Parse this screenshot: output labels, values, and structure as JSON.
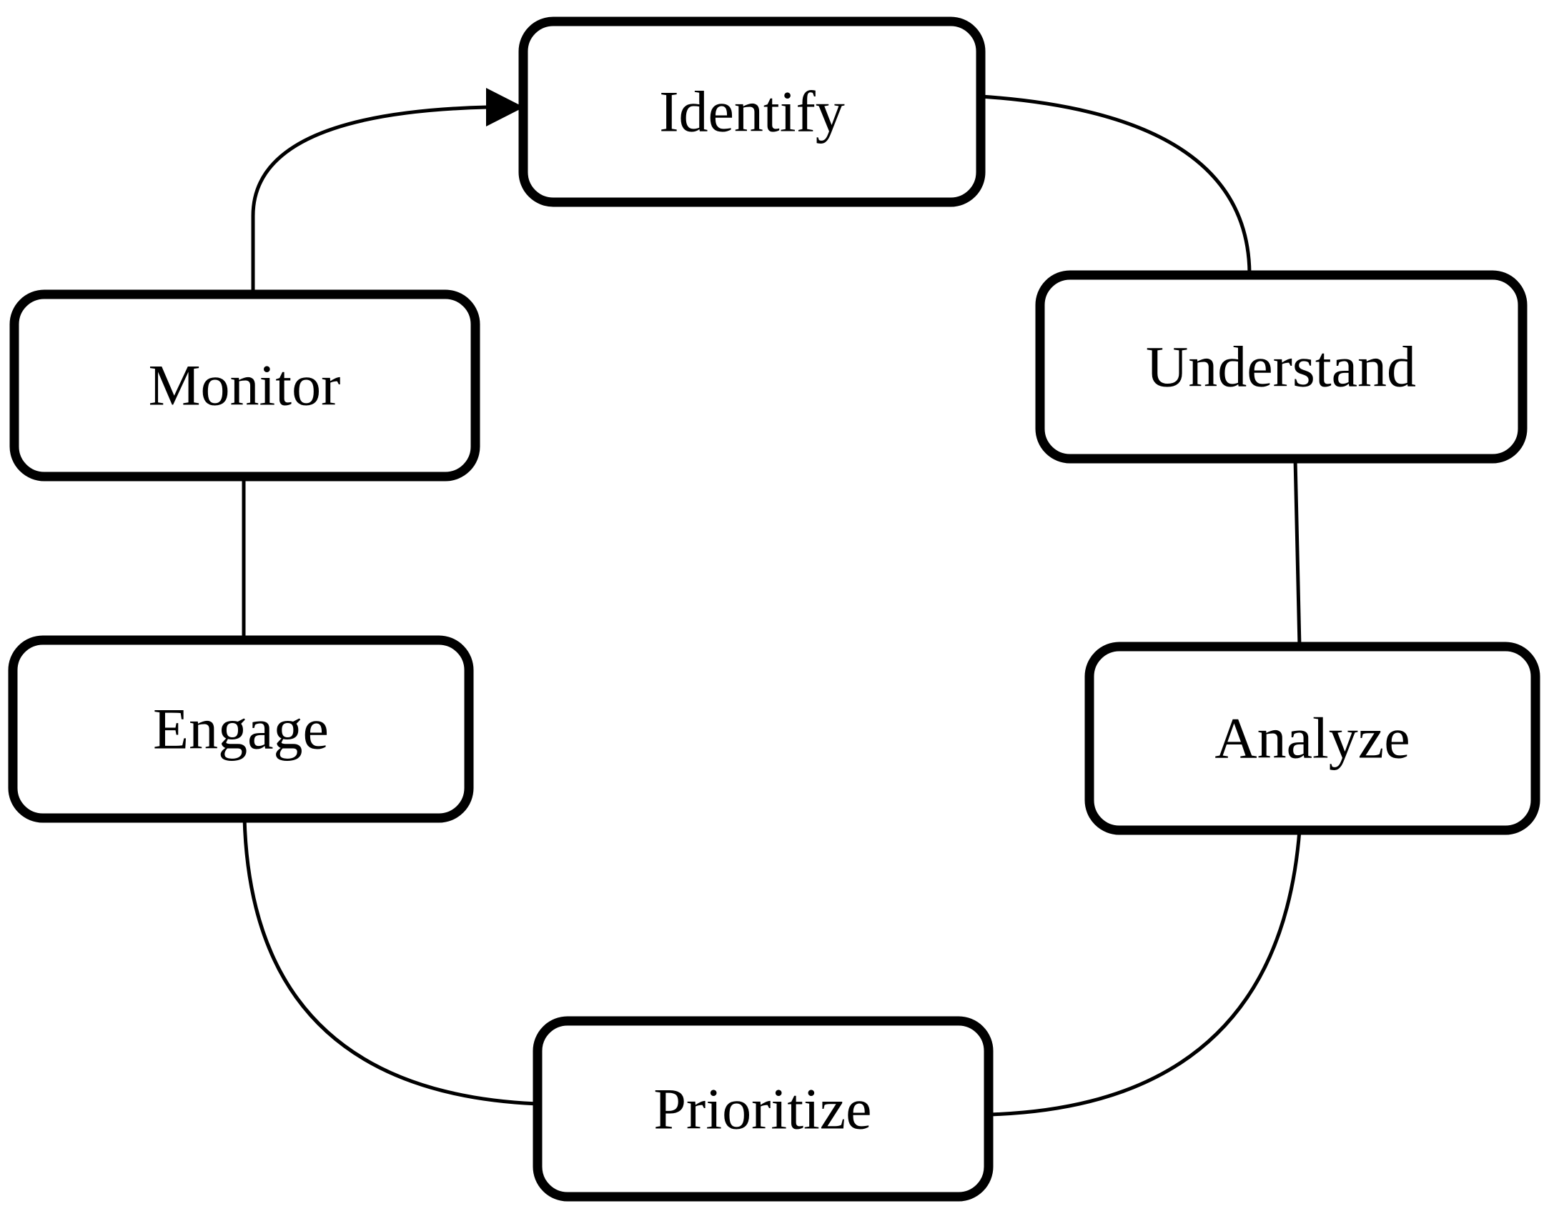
{
  "diagram": {
    "type": "cycle-flowchart",
    "background_color": "#ffffff",
    "line_color": "#000000",
    "nodes": [
      {
        "id": "identify",
        "label": "Identify",
        "position": "top-center"
      },
      {
        "id": "understand",
        "label": "Understand",
        "position": "upper-right"
      },
      {
        "id": "analyze",
        "label": "Analyze",
        "position": "lower-right"
      },
      {
        "id": "prioritize",
        "label": "Prioritize",
        "position": "bottom-center"
      },
      {
        "id": "engage",
        "label": "Engage",
        "position": "lower-left"
      },
      {
        "id": "monitor",
        "label": "Monitor",
        "position": "upper-left"
      }
    ],
    "edges": [
      {
        "from": "identify",
        "to": "understand",
        "arrowhead": false
      },
      {
        "from": "understand",
        "to": "analyze",
        "arrowhead": false
      },
      {
        "from": "analyze",
        "to": "prioritize",
        "arrowhead": false
      },
      {
        "from": "prioritize",
        "to": "engage",
        "arrowhead": false
      },
      {
        "from": "engage",
        "to": "monitor",
        "arrowhead": false
      },
      {
        "from": "monitor",
        "to": "identify",
        "arrowhead": true
      }
    ]
  }
}
